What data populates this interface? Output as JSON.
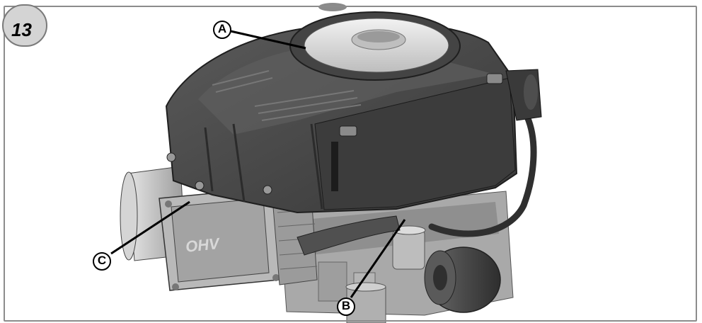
{
  "figure": {
    "number": "13",
    "callouts": [
      {
        "id": "A",
        "label": "A"
      },
      {
        "id": "B",
        "label": "B"
      },
      {
        "id": "C",
        "label": "C"
      }
    ],
    "engine_mark": "OHV"
  },
  "colors": {
    "shroud": "#4b4b4b",
    "shroud_dark": "#333333",
    "metal_light": "#c8c8c8",
    "metal_mid": "#8a8a8a",
    "frame": "#8c8c8c",
    "badge": "#d4d4d4"
  }
}
